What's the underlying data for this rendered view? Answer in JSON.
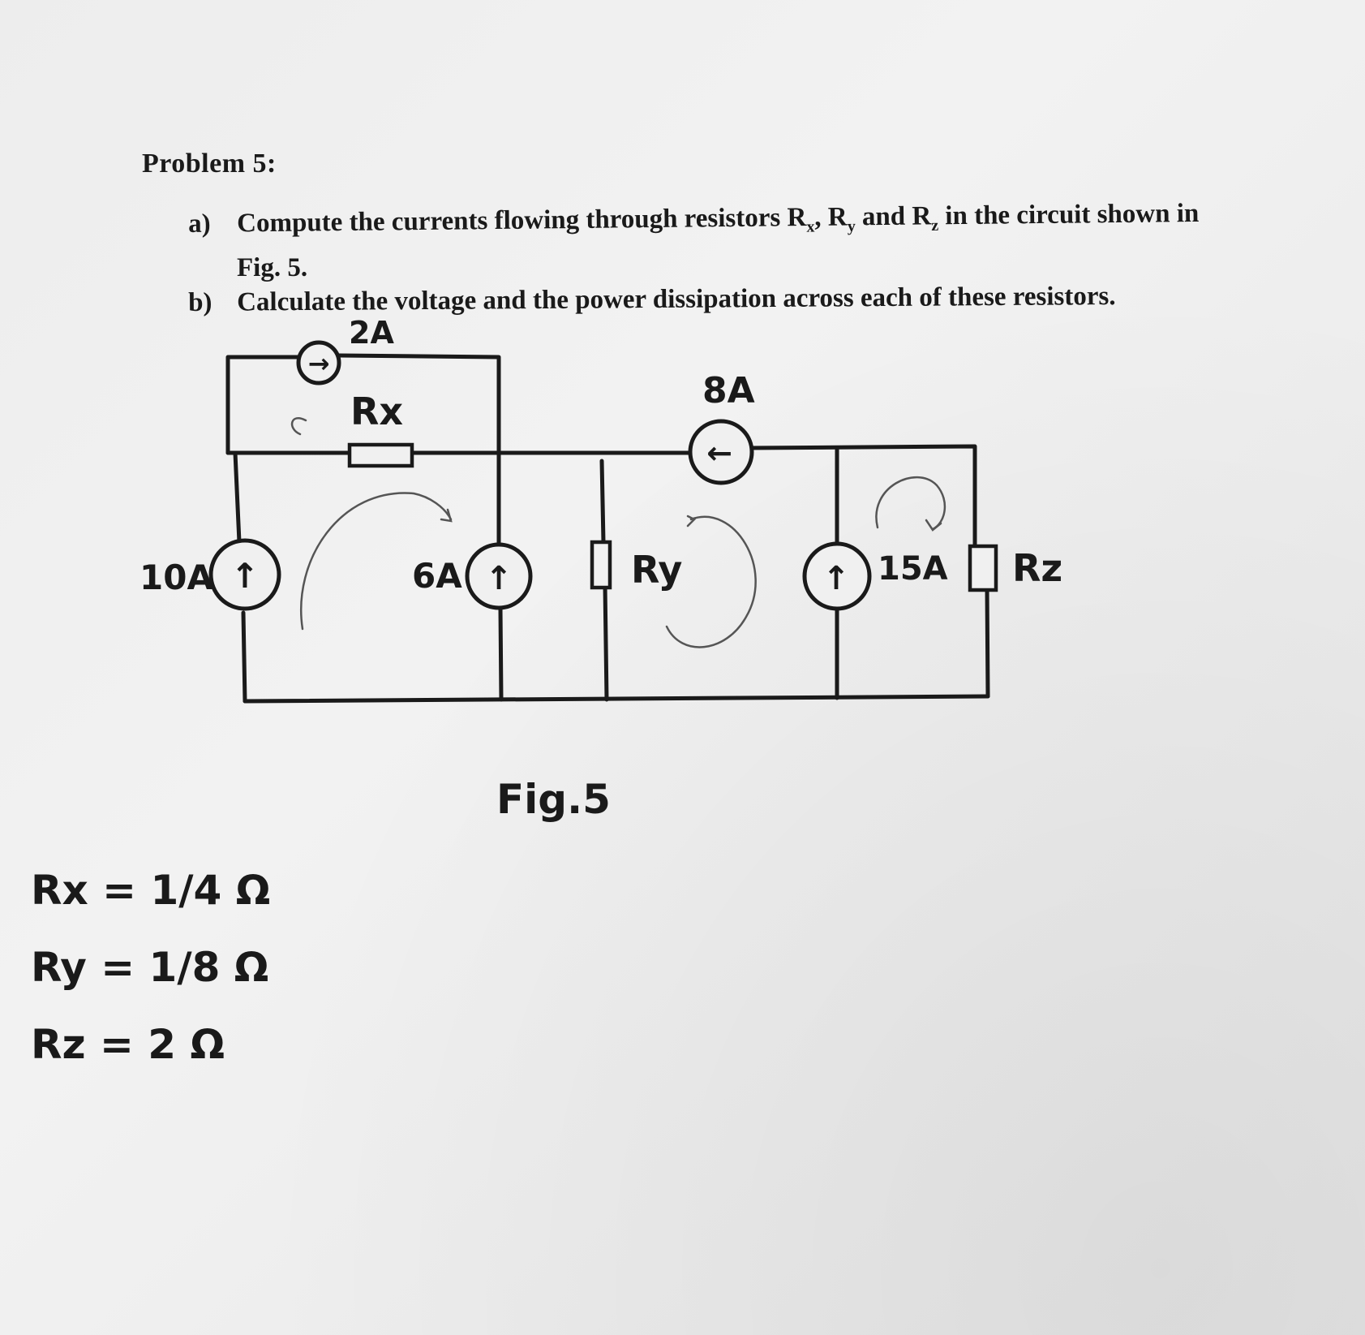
{
  "problem": {
    "title": "Problem 5:",
    "a": {
      "letter": "a)",
      "text_part1": "Compute the currents flowing through resistors R",
      "sub_x": "x",
      "sep1": ", R",
      "sub_y": "y",
      "sep2": " and  R",
      "sub_z": "z",
      "text_part2": " in the circuit shown in",
      "line2": "Fig. 5."
    },
    "b": {
      "letter": "b)",
      "text": "Calculate the voltage and the power dissipation across each of these resistors."
    }
  },
  "circuit": {
    "source_top": "2A",
    "source_8a": "8A",
    "source_10a": "10A",
    "source_6a": "6A",
    "source_15a": "15A",
    "res_x_label": "Rx",
    "res_y_label": "Ry",
    "res_z_label": "Rz",
    "arrow_up": "↑",
    "arrow_right": "→",
    "arrow_left": "←",
    "caption": "Fig.5"
  },
  "values": {
    "rx": "Rx = 1/4 Ω",
    "ry": "Ry = 1/8 Ω",
    "rz": "Rz = 2 Ω"
  }
}
